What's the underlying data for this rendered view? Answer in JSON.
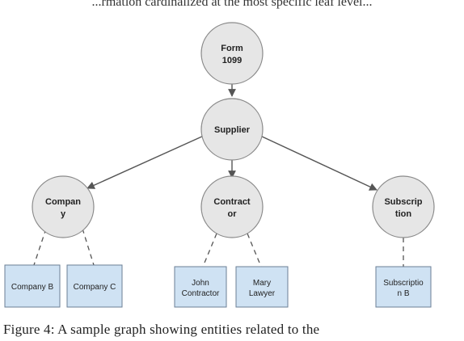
{
  "top_text": "...rmation cardinalized at the most specific leaf level...",
  "nodes": {
    "form1099": {
      "lines": [
        "Form",
        "1099"
      ]
    },
    "supplier": {
      "lines": [
        "Supplier"
      ]
    },
    "company": {
      "lines": [
        "Compan",
        "y"
      ]
    },
    "contractor": {
      "lines": [
        "Contract",
        "or"
      ]
    },
    "subscription": {
      "lines": [
        "Subscrip",
        "tion"
      ]
    }
  },
  "leaves": {
    "company_b": {
      "lines": [
        "Company B"
      ]
    },
    "company_c": {
      "lines": [
        "Company C"
      ]
    },
    "john": {
      "lines": [
        "John",
        "Contractor"
      ]
    },
    "mary": {
      "lines": [
        "Mary",
        "Lawyer"
      ]
    },
    "subscription_b": {
      "lines": [
        "Subscriptio",
        "n B"
      ]
    }
  },
  "caption": "Figure 4: A sample graph showing entities related to the"
}
